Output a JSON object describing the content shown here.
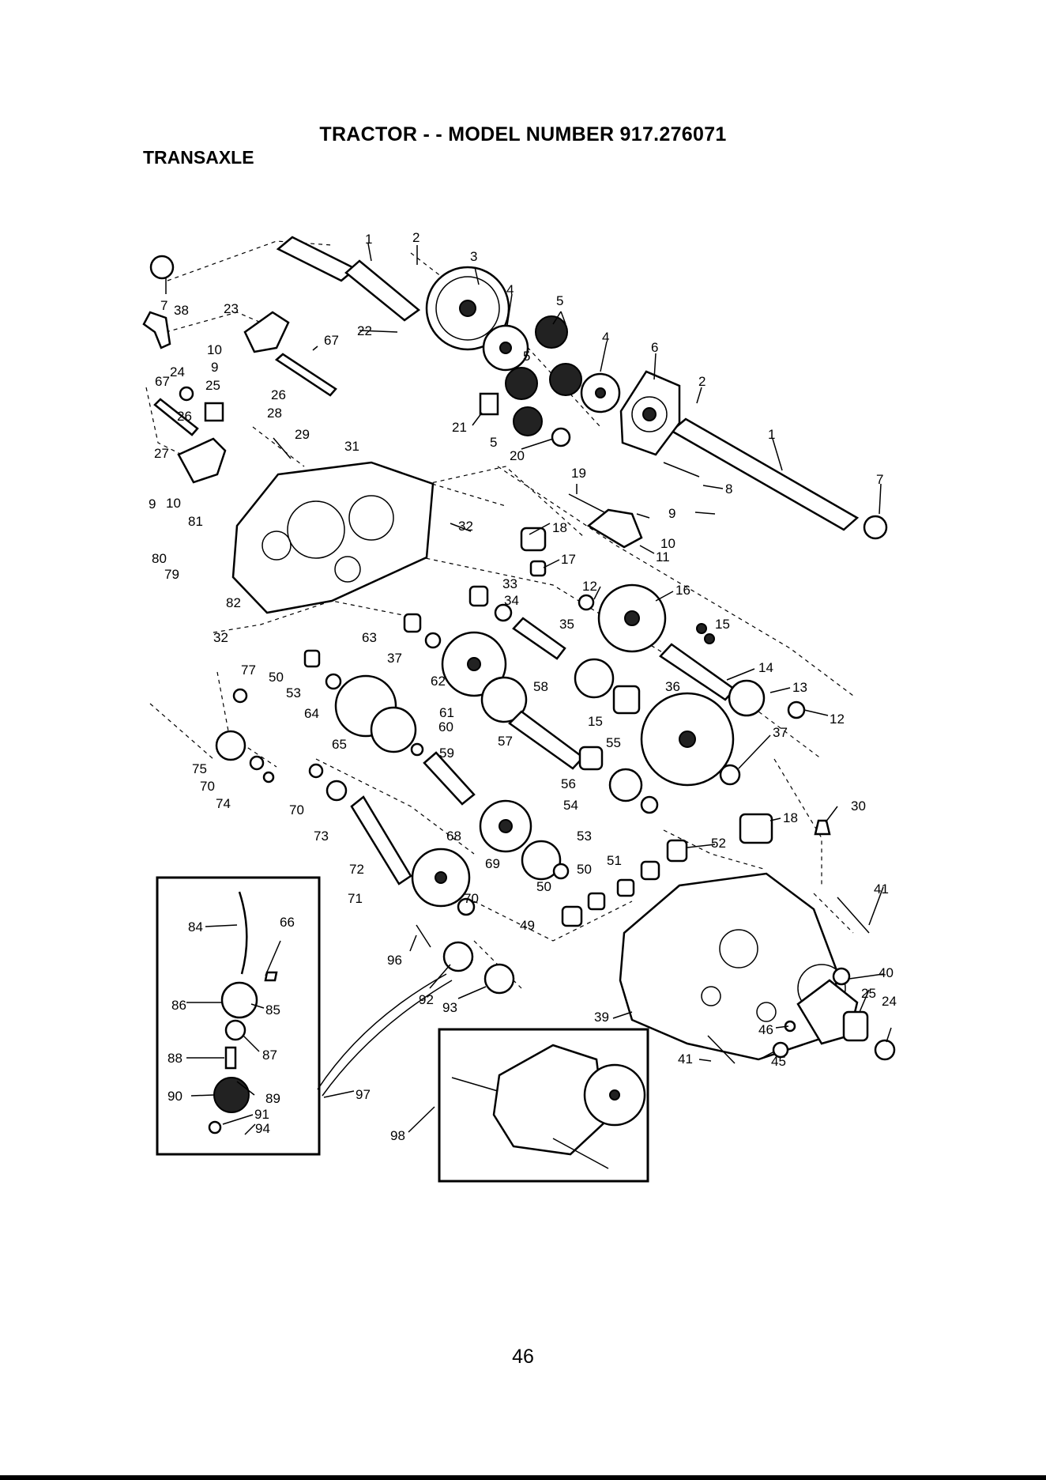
{
  "header": {
    "title": "TRACTOR - - MODEL NUMBER 917.276071",
    "section": "TRANSAXLE"
  },
  "footer": {
    "page_number": "46"
  },
  "callouts": [
    "1",
    "1",
    "2",
    "2",
    "3",
    "4",
    "4",
    "5",
    "5",
    "5",
    "6",
    "7",
    "7",
    "38",
    "23",
    "22",
    "67",
    "67",
    "10",
    "10",
    "10",
    "9",
    "9",
    "9",
    "24",
    "24",
    "25",
    "25",
    "26",
    "26",
    "28",
    "29",
    "31",
    "27",
    "21",
    "20",
    "19",
    "8",
    "81",
    "80",
    "79",
    "32",
    "32",
    "18",
    "18",
    "17",
    "11",
    "33",
    "34",
    "35",
    "12",
    "12",
    "16",
    "15",
    "15",
    "14",
    "13",
    "82",
    "63",
    "37",
    "37",
    "62",
    "61",
    "60",
    "58",
    "36",
    "77",
    "50",
    "50",
    "50",
    "53",
    "64",
    "65",
    "59",
    "57",
    "55",
    "75",
    "70",
    "70",
    "70",
    "74",
    "73",
    "56",
    "54",
    "30",
    "68",
    "53",
    "52",
    "51",
    "72",
    "69",
    "71",
    "49",
    "41",
    "41",
    "40",
    "39",
    "46",
    "45",
    "84",
    "66",
    "86",
    "85",
    "87",
    "88",
    "89",
    "90",
    "91",
    "94",
    "97",
    "96",
    "92",
    "93",
    "98"
  ]
}
